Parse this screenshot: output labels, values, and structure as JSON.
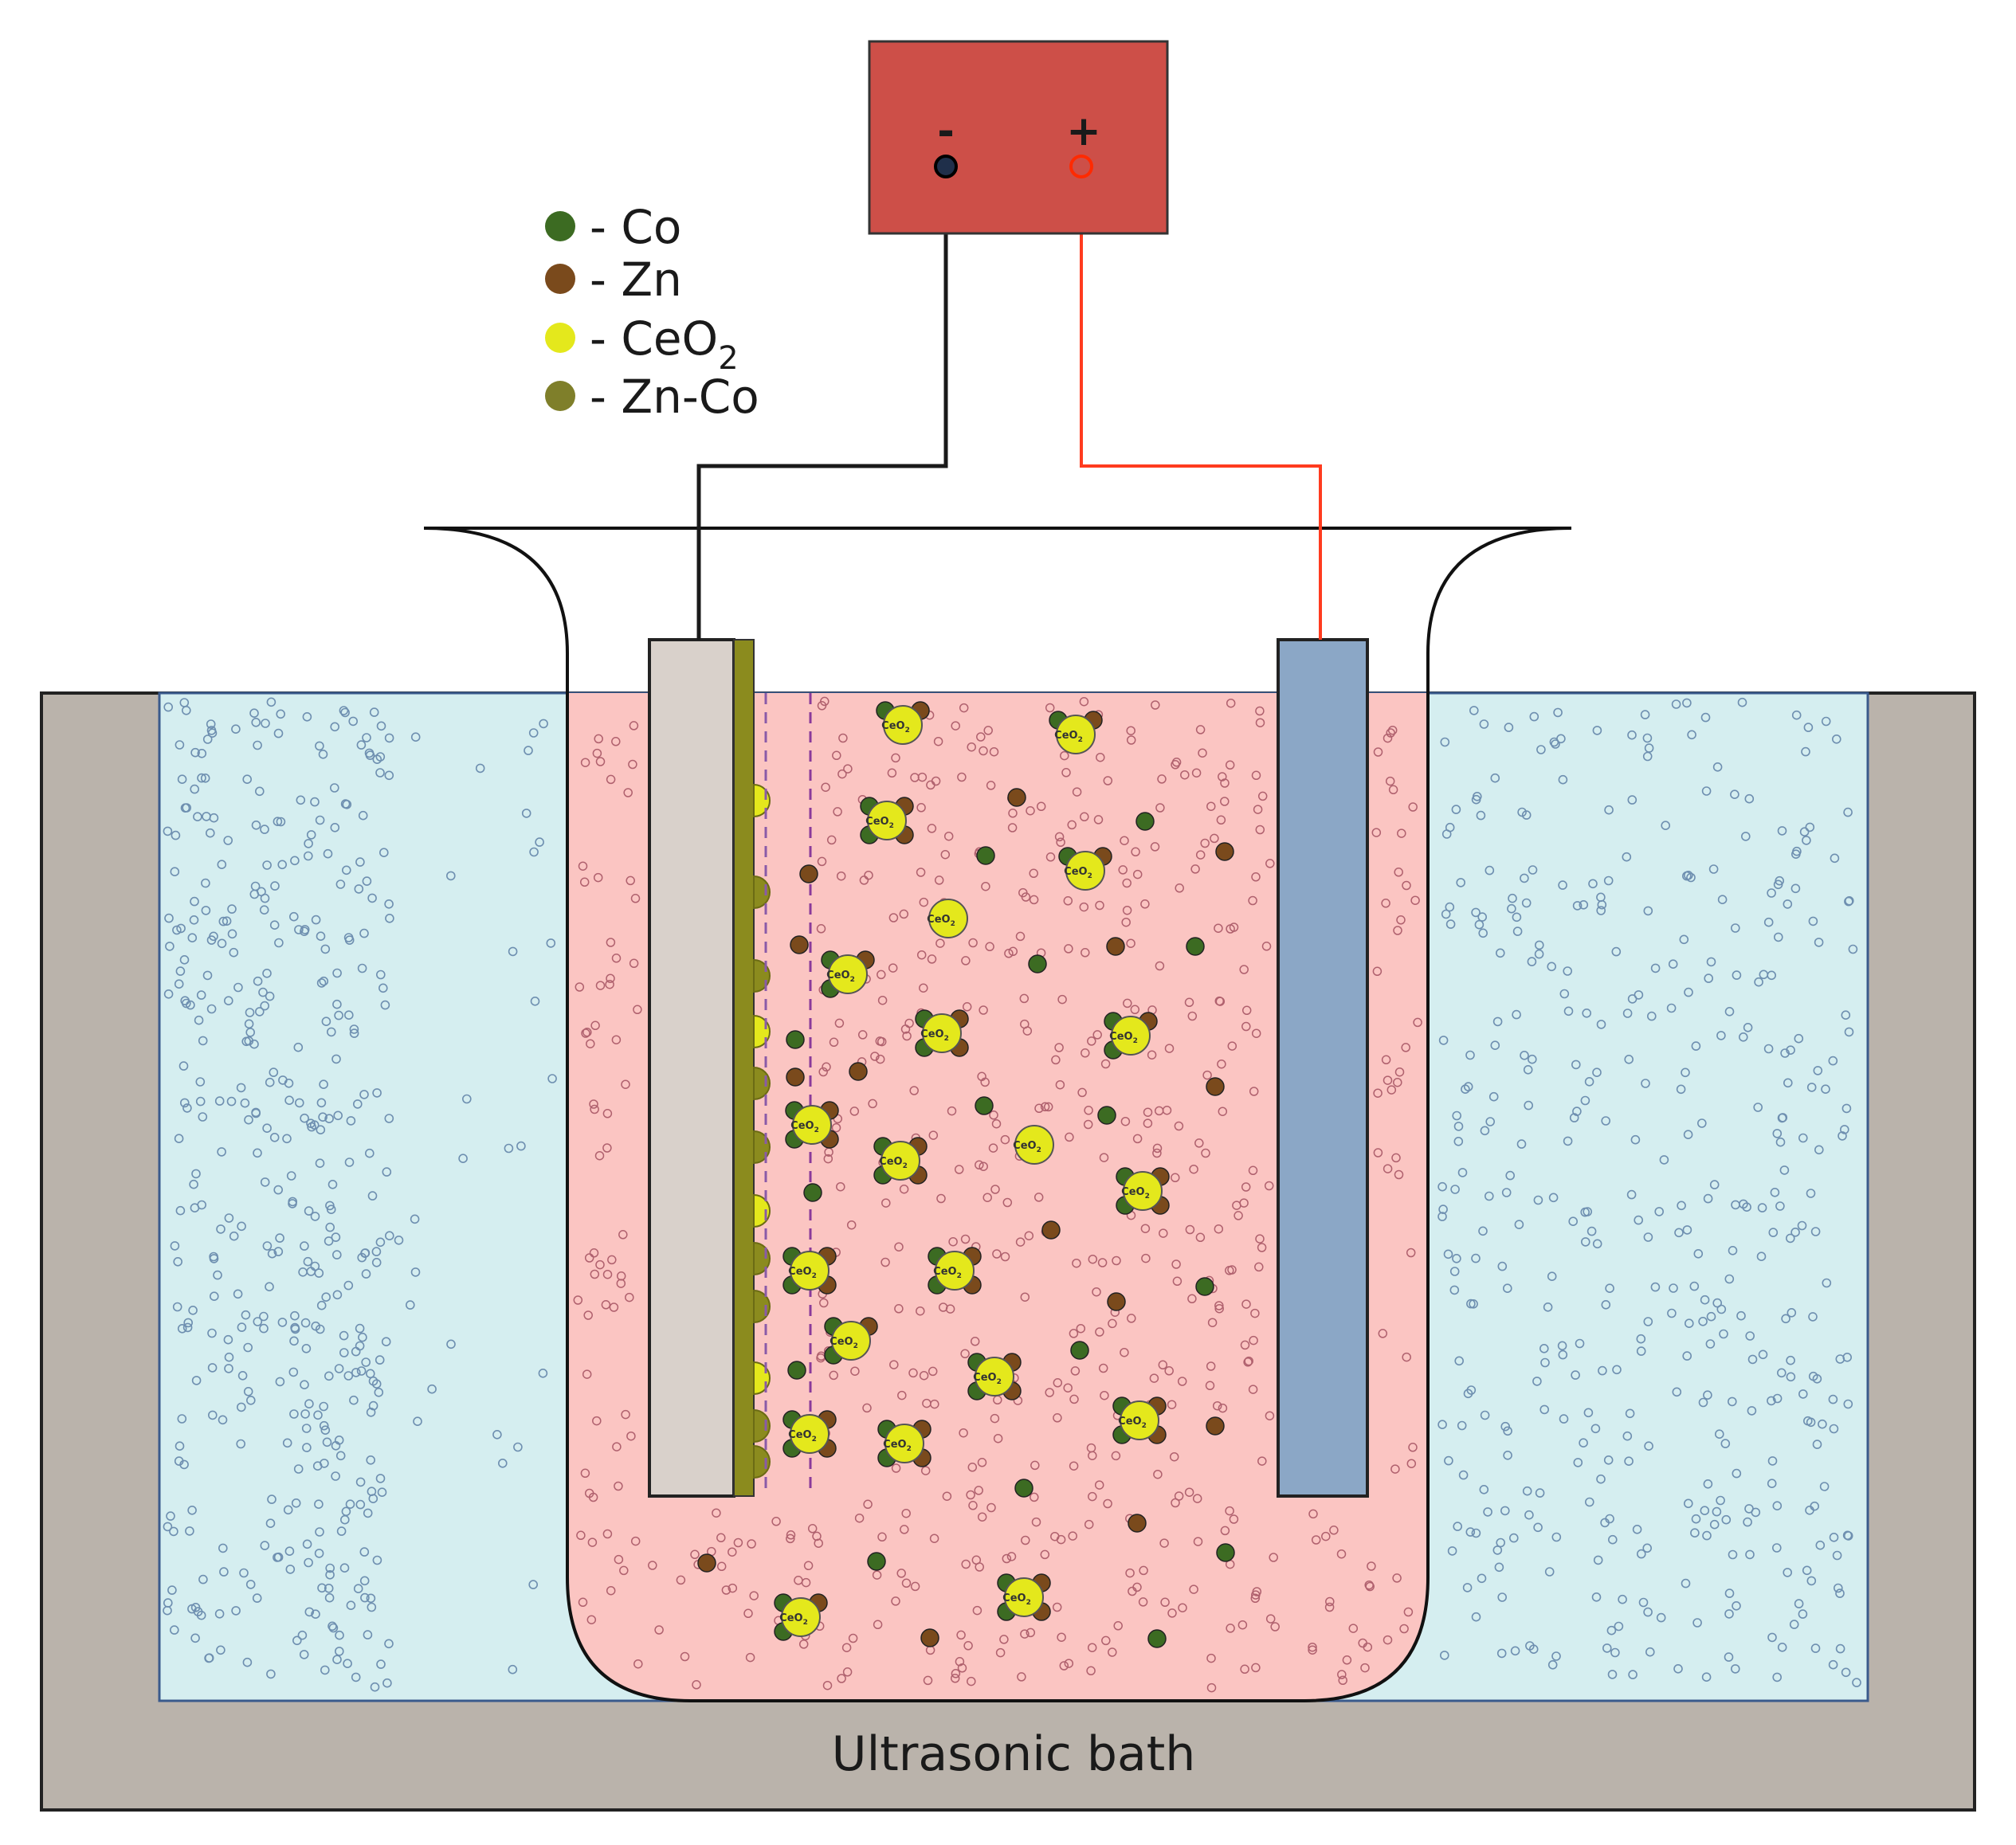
{
  "legend": {
    "items": [
      {
        "key": "co",
        "text": "- Co",
        "color": "#3c6b22"
      },
      {
        "key": "zn",
        "text": "- Zn",
        "color": "#7a4a1c"
      },
      {
        "key": "ceo2",
        "text": "- CeO",
        "sub": "2",
        "color": "#e4e81c"
      },
      {
        "key": "znco",
        "text": "- Zn-Co",
        "color": "#7f7f2a"
      }
    ]
  },
  "power_supply": {
    "negative_symbol": "-",
    "positive_symbol": "+",
    "color": "#cd4f48"
  },
  "particle_label": {
    "main": "CeO",
    "sub": "2"
  },
  "bath": {
    "label": "Ultrasonic bath"
  },
  "colors": {
    "bath_housing": "#bab3ab",
    "bath_water": "#d5eef0",
    "electrolyte": "#fbc5c2",
    "cathode": "#d9d1cb",
    "coating": "#8b8b1e",
    "anode": "#8ba7c6",
    "cathode_wire": "#1a1a1a",
    "anode_wire": "#ff3b1f"
  }
}
